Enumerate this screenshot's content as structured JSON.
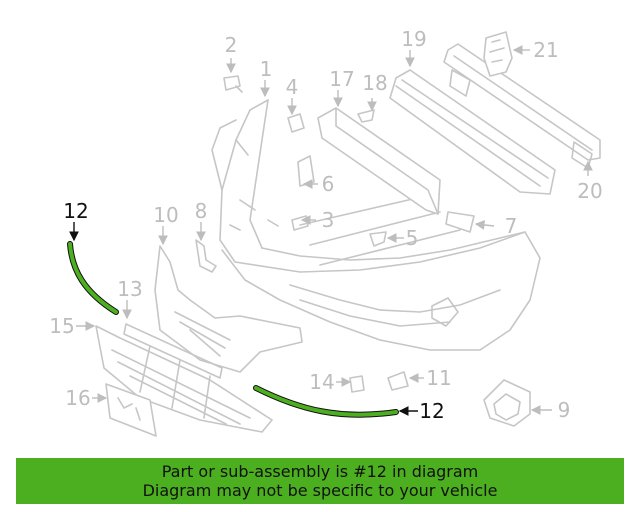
{
  "diagram": {
    "highlight_color": "#4caf20",
    "callouts": [
      "1",
      "2",
      "3",
      "4",
      "5",
      "6",
      "7",
      "8",
      "9",
      "10",
      "11",
      "12",
      "13",
      "14",
      "15",
      "16",
      "17",
      "18",
      "19",
      "20",
      "21"
    ],
    "highlighted_callout": "12"
  },
  "banner": {
    "line1": "Part or sub-assembly is #12 in diagram",
    "line2": "Diagram may not be specific to your vehicle",
    "background": "#4caf20"
  }
}
